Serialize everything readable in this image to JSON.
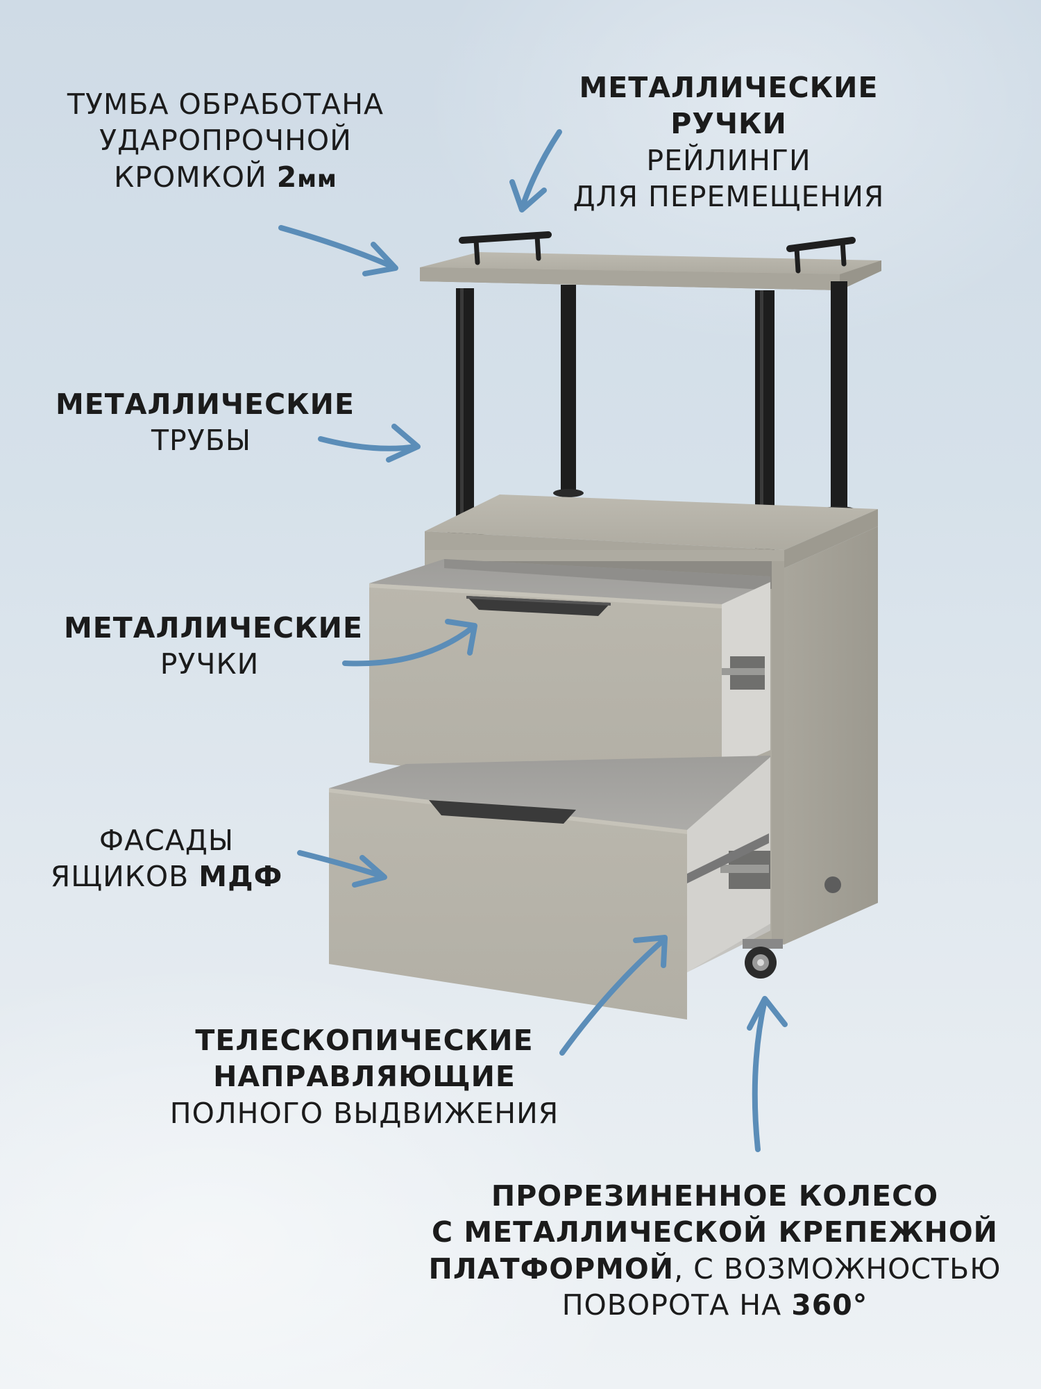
{
  "labels": {
    "edge": {
      "line1": "Тумба обработана",
      "line2": "ударопрочной",
      "line3_regular": "кромкой ",
      "line3_bold": "2",
      "line3_unit": "мм"
    },
    "handles_top": {
      "line1_bold": "Металлические ручки",
      "line2": "рейлинги",
      "line3": "для перемещения"
    },
    "tubes": {
      "line1_bold": "Металлические",
      "line2": "трубы"
    },
    "drawer_handles": {
      "line1_bold": "Металлические",
      "line2": "ручки"
    },
    "facades": {
      "line1": "Фасады",
      "line2_regular": "ящиков ",
      "line2_bold": "МДФ"
    },
    "slides": {
      "line1_bold": "Телескопические",
      "line2_bold": "направляющие",
      "line3": "полного выдвижения"
    },
    "wheel": {
      "line1_bold": "Прорезиненное колесо",
      "line2_bold": "с металлической крепежной",
      "line3_bold": "платформой",
      "line3_regular": ", с возможностью",
      "line4_regular": "поворота на ",
      "line4_bold": "360°"
    }
  },
  "colors": {
    "arrow": "#5b8db8",
    "cabinet": "#b6b3a8",
    "metal": "#1f1f1f"
  }
}
